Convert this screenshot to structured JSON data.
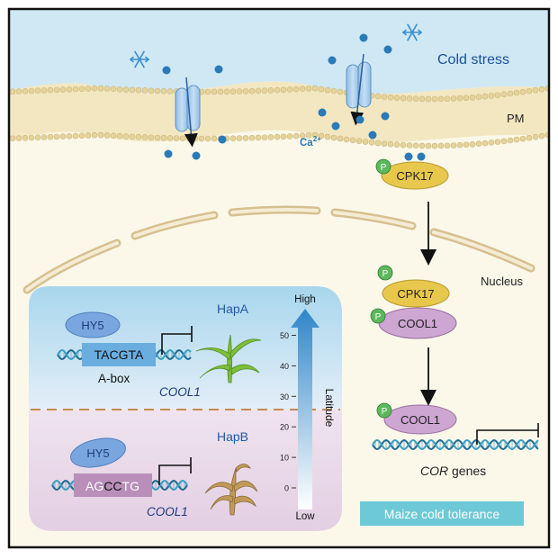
{
  "cell": {
    "stimulus_label": "Cold stress",
    "membrane_label": "PM",
    "ion_label": "Ca",
    "ion_charge": "2+",
    "nucleus_label": "Nucleus"
  },
  "kinase": {
    "cytoplasm_label": "CPK17",
    "nuclear_label": "CPK17",
    "phospho_mark": "P"
  },
  "cool1": {
    "complex_label": "COOL1",
    "promoter_label": "COOL1",
    "gene_label_italic": "COR",
    "gene_label_rest": " genes"
  },
  "haplotypes": {
    "hapA": {
      "name": "HapA",
      "factor": "HY5",
      "motif": "TACGTA",
      "motif_name": "A-box",
      "gene": "COOL1"
    },
    "hapB": {
      "name": "HapB",
      "factor": "HY5",
      "motif_prefix": "AG",
      "motif_core": "CC",
      "motif_mid": "T",
      "motif_suffix": "G",
      "gene": "COOL1"
    }
  },
  "latitude_scale": {
    "title": "Latitude",
    "high_label": "High",
    "low_label": "Low",
    "ticks": [
      "50",
      "40",
      "30",
      "20",
      "10",
      "0"
    ]
  },
  "banner": {
    "text": "Maize cold tolerance"
  },
  "colors": {
    "sky": "#cfe8f3",
    "membrane": "#f0e4bd",
    "cytoplasm": "#fbf8ea",
    "kinase": "#e8c84c",
    "cool1": "#cda6d2",
    "hy5": "#7aa6e0",
    "phospho": "#5cb85c",
    "ca_ion": "#2a7ab8",
    "banner": "#6ec9d6"
  }
}
